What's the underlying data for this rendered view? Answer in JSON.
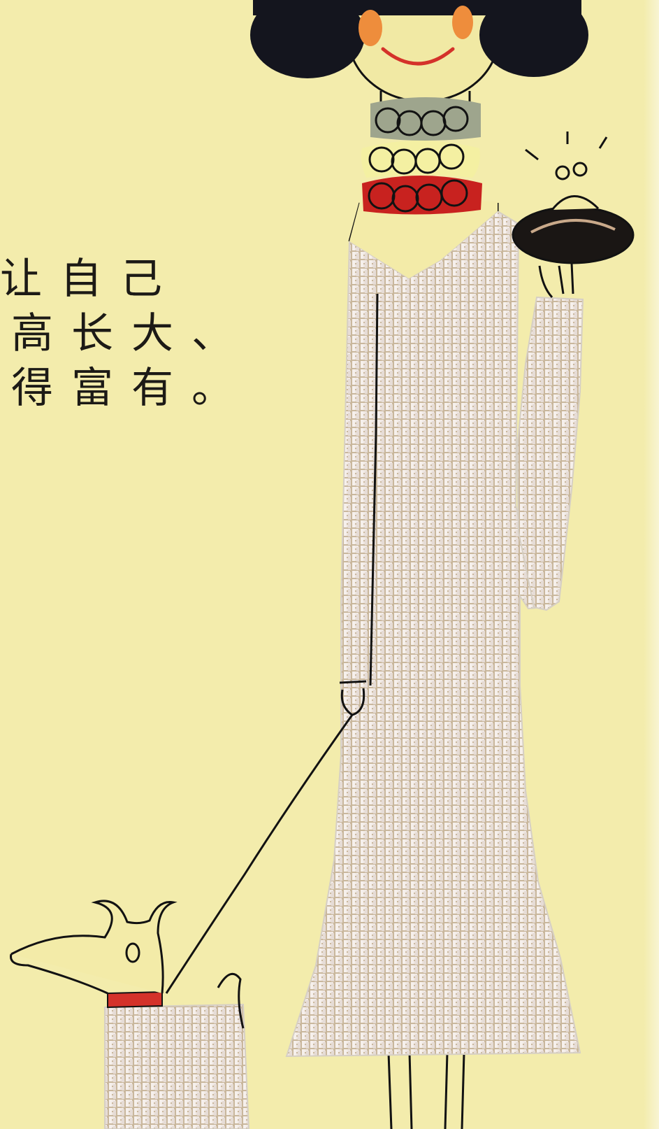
{
  "illustration": {
    "text_lines": [
      "让自己",
      "高长大、",
      "得富有。"
    ],
    "colors": {
      "background": "#f3ecac",
      "hair": "#14151e",
      "blush": "#ee8d3c",
      "lips": "#d4322a",
      "necklace_green": "#9ea58d",
      "necklace_yellow": "#f4f0a2",
      "necklace_red": "#c8221f",
      "dress": "#e9e0dc",
      "line": "#121212"
    }
  }
}
